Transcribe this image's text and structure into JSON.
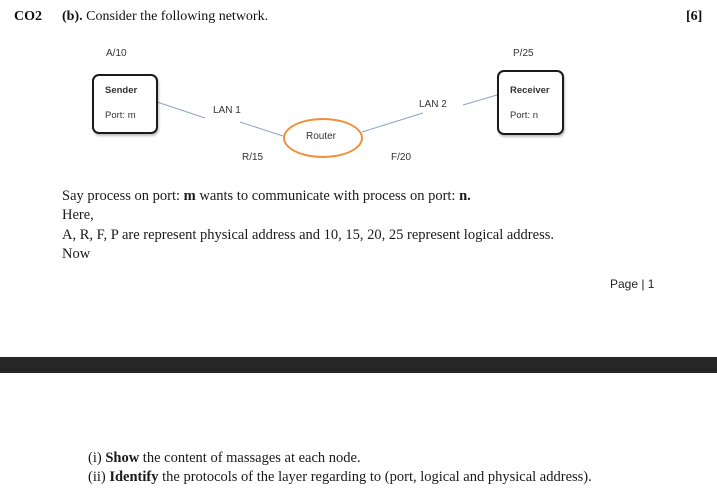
{
  "question": {
    "code": "CO2",
    "title_bold": "(b).",
    "title_rest": " Consider the following network.",
    "marks": "[6]"
  },
  "diagram": {
    "sender": {
      "name": "Sender",
      "port": "Port: m",
      "address": "A/10"
    },
    "receiver": {
      "name": "Receiver",
      "port": "Port: n",
      "address": "P/25"
    },
    "router": {
      "name": "Router",
      "left_address": "R/15",
      "right_address": "F/20"
    },
    "lan1": "LAN 1",
    "lan2": "LAN 2",
    "colors": {
      "router_outline": "#ef8f3a",
      "box_border": "#1a1a1a",
      "link": "#8fa3c8"
    }
  },
  "body": {
    "line1_a": "Say process on port: ",
    "line1_b": "m",
    "line1_c": " wants to communicate with process on port: ",
    "line1_d": "n.",
    "line2": "Here,",
    "line3": "A, R, F, P are represent physical address and 10, 15, 20, 25 represent logical address.",
    "line4": "Now"
  },
  "footer": {
    "page": "Page | 1"
  },
  "tasks": {
    "i_num": "(i) ",
    "i_bold": "Show",
    "i_rest": " the content of massages at each node.",
    "ii_num": "(ii) ",
    "ii_bold": "Identify",
    "ii_rest": " the protocols of the layer regarding to (port, logical and physical address)."
  }
}
